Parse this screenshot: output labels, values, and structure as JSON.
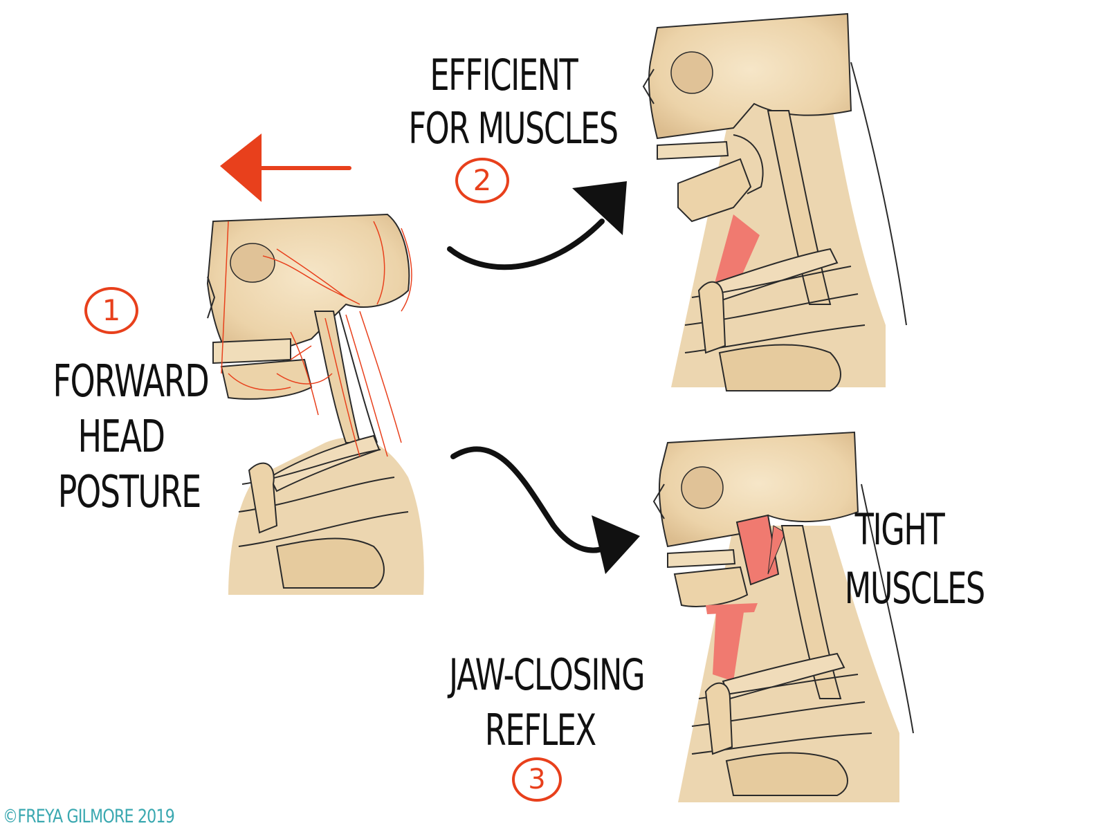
{
  "labels": {
    "efficient_line1": "EFFICIENT",
    "efficient_line2": "FOR MUSCLES",
    "forward_line1": "FORWARD",
    "forward_line2": "HEAD",
    "forward_line3": "POSTURE",
    "tight_line1": "TIGHT",
    "tight_line2": "MUSCLES",
    "jaw_line1": "JAW-CLOSING",
    "jaw_line2": "REFLEX"
  },
  "step_numbers": {
    "one": "1",
    "two": "2",
    "three": "3"
  },
  "copyright": "©FREYA GILMORE 2019",
  "colors": {
    "bone": "#efd9b4",
    "bone_shade": "#dfc196",
    "outline": "#2a2a2a",
    "accent_red": "#e8401c",
    "muscle": "#f07a70",
    "copyright": "#3aa8b0"
  },
  "icons": {
    "forward_arrow": "arrow-left-icon",
    "upper_arrow": "curved-arrow-up-right-icon",
    "lower_arrow": "curved-arrow-down-right-icon"
  }
}
